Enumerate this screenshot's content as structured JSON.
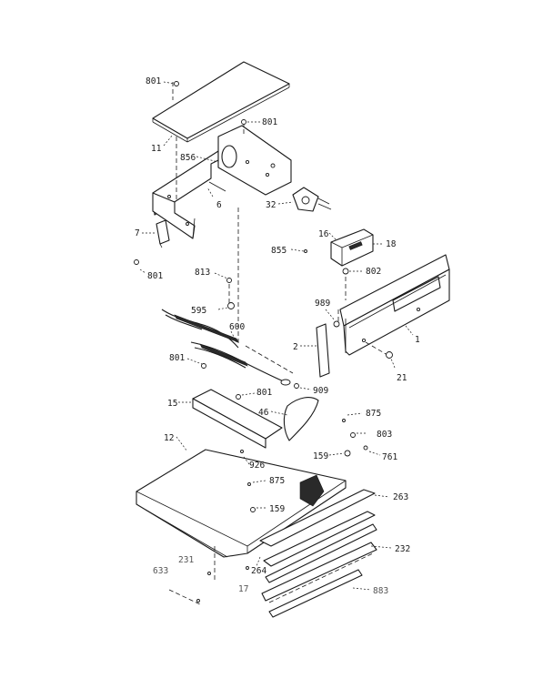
{
  "diagram": {
    "labels": [
      {
        "id": "l801a",
        "text": "801"
      },
      {
        "id": "l801b",
        "text": "801"
      },
      {
        "id": "l11",
        "text": "11"
      },
      {
        "id": "l856",
        "text": "856"
      },
      {
        "id": "l6",
        "text": "6"
      },
      {
        "id": "l32",
        "text": "32"
      },
      {
        "id": "l7",
        "text": "7"
      },
      {
        "id": "l16",
        "text": "16"
      },
      {
        "id": "l18",
        "text": "18"
      },
      {
        "id": "l855",
        "text": "855"
      },
      {
        "id": "l802",
        "text": "802"
      },
      {
        "id": "l801c",
        "text": "801"
      },
      {
        "id": "l813",
        "text": "813"
      },
      {
        "id": "l989",
        "text": "989"
      },
      {
        "id": "l595",
        "text": "595"
      },
      {
        "id": "l600",
        "text": "600"
      },
      {
        "id": "l2",
        "text": "2"
      },
      {
        "id": "l1",
        "text": "1"
      },
      {
        "id": "l801d",
        "text": "801"
      },
      {
        "id": "l21",
        "text": "21"
      },
      {
        "id": "l909",
        "text": "909"
      },
      {
        "id": "l801e",
        "text": "801"
      },
      {
        "id": "l15",
        "text": "15"
      },
      {
        "id": "l46",
        "text": "46"
      },
      {
        "id": "l875a",
        "text": "875"
      },
      {
        "id": "l803",
        "text": "803"
      },
      {
        "id": "l12",
        "text": "12"
      },
      {
        "id": "l159a",
        "text": "159"
      },
      {
        "id": "l761",
        "text": "761"
      },
      {
        "id": "l926",
        "text": "926"
      },
      {
        "id": "l875b",
        "text": "875"
      },
      {
        "id": "l263",
        "text": "263"
      },
      {
        "id": "l159b",
        "text": "159"
      },
      {
        "id": "l231",
        "text": "231"
      },
      {
        "id": "l232",
        "text": "232"
      },
      {
        "id": "l633",
        "text": "633"
      },
      {
        "id": "l264",
        "text": "264"
      },
      {
        "id": "l17",
        "text": "17"
      },
      {
        "id": "l883",
        "text": "883"
      }
    ]
  }
}
